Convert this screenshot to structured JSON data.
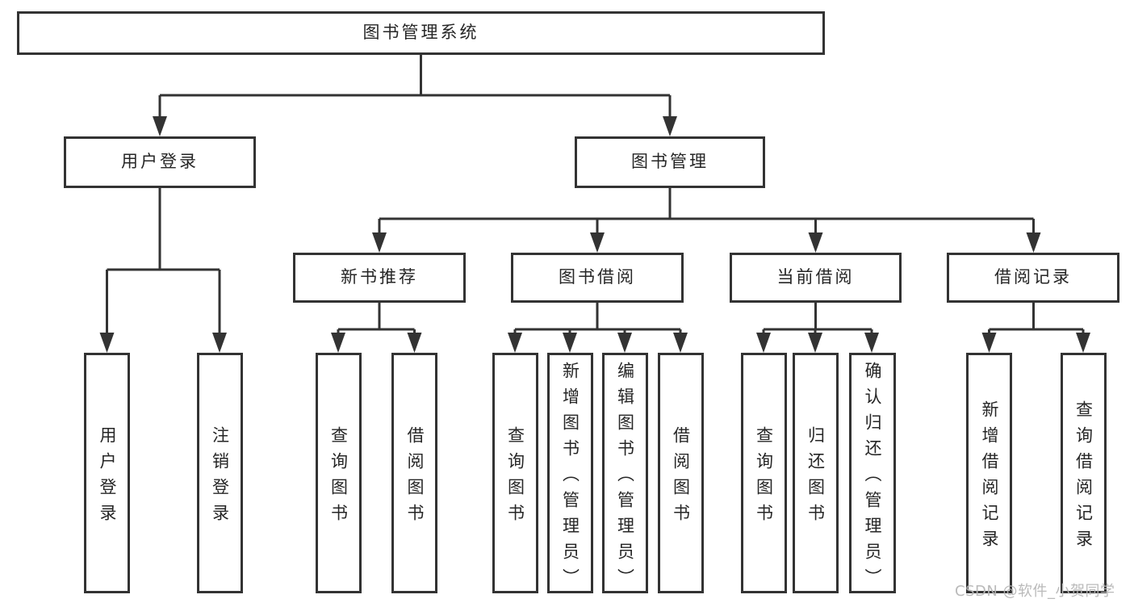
{
  "tree": {
    "root": {
      "label": "图书管理系统",
      "children": [
        {
          "label": "用户登录",
          "children": [
            {
              "label": "用户登录"
            },
            {
              "label": "注销登录"
            }
          ]
        },
        {
          "label": "图书管理",
          "children": [
            {
              "label": "新书推荐",
              "children": [
                {
                  "label": "查询图书"
                },
                {
                  "label": "借阅图书"
                }
              ]
            },
            {
              "label": "图书借阅",
              "children": [
                {
                  "label": "查询图书"
                },
                {
                  "label": "新增图书（管理员）"
                },
                {
                  "label": "编辑图书（管理员）"
                },
                {
                  "label": "借阅图书"
                }
              ]
            },
            {
              "label": "当前借阅",
              "children": [
                {
                  "label": "查询图书"
                },
                {
                  "label": "归还图书"
                },
                {
                  "label": "确认归还（管理员）"
                }
              ]
            },
            {
              "label": "借阅记录",
              "children": [
                {
                  "label": "新增借阅记录"
                },
                {
                  "label": "查询借阅记录"
                }
              ]
            }
          ]
        }
      ]
    }
  },
  "watermark": {
    "text": "CSDN @软件_小贺同学"
  },
  "colors": {
    "line": "#333333",
    "box_border": "#333333",
    "text": "#262626",
    "watermark": "#b6b6b6",
    "background": "#ffffff"
  }
}
